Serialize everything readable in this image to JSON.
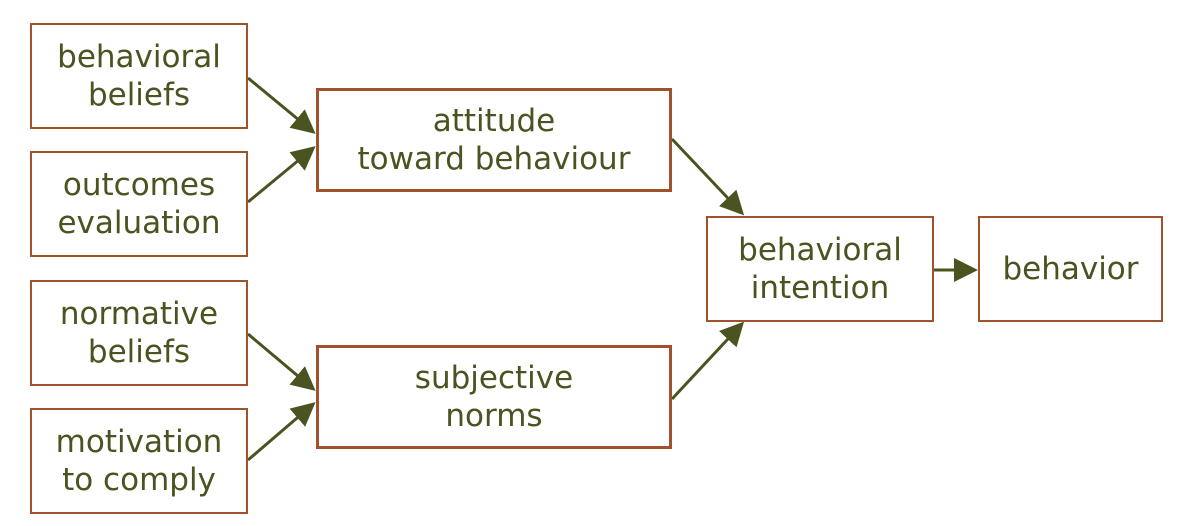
{
  "colors": {
    "box_border": "#a0522d",
    "text": "#4b5320",
    "arrow": "#4b5320",
    "background": "#ffffff"
  },
  "nodes": {
    "behavioral_beliefs": {
      "line1": "behavioral",
      "line2": "beliefs"
    },
    "outcomes_evaluation": {
      "line1": "outcomes",
      "line2": "evaluation"
    },
    "normative_beliefs": {
      "line1": "normative",
      "line2": "beliefs"
    },
    "motivation_to_comply": {
      "line1": "motivation",
      "line2": "to comply"
    },
    "attitude": {
      "line1": "attitude",
      "line2": "toward behaviour"
    },
    "subjective_norms": {
      "line1": "subjective",
      "line2": "norms"
    },
    "behavioral_intention": {
      "line1": "behavioral",
      "line2": "intention"
    },
    "behavior": {
      "line1": "behavior"
    }
  },
  "edges": [
    {
      "from": "behavioral_beliefs",
      "to": "attitude"
    },
    {
      "from": "outcomes_evaluation",
      "to": "attitude"
    },
    {
      "from": "normative_beliefs",
      "to": "subjective_norms"
    },
    {
      "from": "motivation_to_comply",
      "to": "subjective_norms"
    },
    {
      "from": "attitude",
      "to": "behavioral_intention"
    },
    {
      "from": "subjective_norms",
      "to": "behavioral_intention"
    },
    {
      "from": "behavioral_intention",
      "to": "behavior"
    }
  ]
}
